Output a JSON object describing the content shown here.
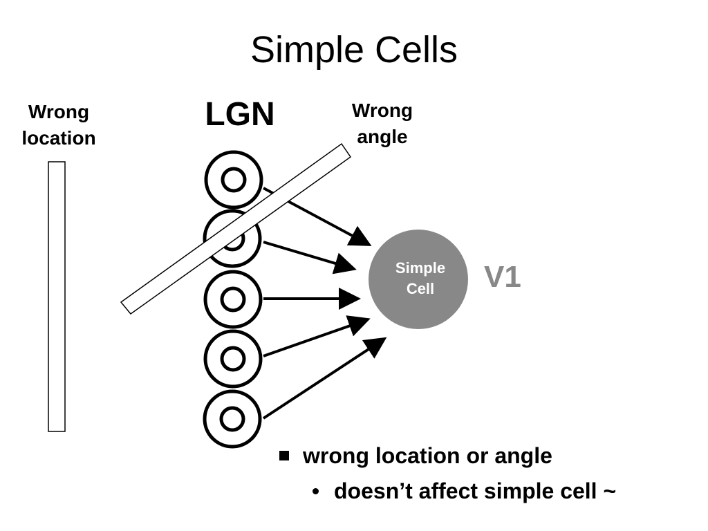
{
  "title": "Simple Cells",
  "labels": {
    "wrong_location_line1": "Wrong",
    "wrong_location_line2": "location",
    "wrong_angle_line1": "Wrong",
    "wrong_angle_line2": "angle",
    "lgn": "LGN",
    "simple_cell_line1": "Simple",
    "simple_cell_line2": "Cell",
    "v1": "V1"
  },
  "lgn_cell_count": 5,
  "colors": {
    "simple_cell_fill": "#888888",
    "v1_text": "#888888",
    "stroke": "#000000",
    "background": "#ffffff"
  },
  "bullets": [
    {
      "text": "wrong location or angle",
      "level": 1
    },
    {
      "text": "doesn’t affect simple cell ~",
      "level": 2
    }
  ]
}
